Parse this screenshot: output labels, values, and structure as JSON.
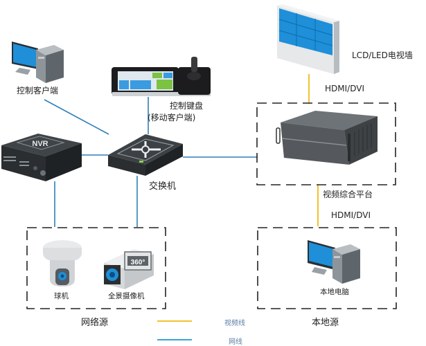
{
  "colors": {
    "network_line": "#2f7fb8",
    "video_line": "#f2c12e",
    "legend_video": "#f2c12e",
    "legend_network": "#3aa3dc",
    "dash_border": "#222222",
    "screen_blue": "#1e8fd8"
  },
  "nodes": {
    "control_client": {
      "label": "控制客户端",
      "icon": "desktop-computer-icon"
    },
    "control_keyboard": {
      "label_line1": "控制键盘",
      "label_line2": "(移动客户端)",
      "icon": "control-keyboard-joystick-icon"
    },
    "nvr": {
      "label": "NVR",
      "icon": "nvr-recorder-icon"
    },
    "switch": {
      "label": "交换机",
      "icon": "network-switch-icon"
    },
    "video_wall": {
      "label": "LCD/LED电视墙",
      "icon": "video-wall-icon"
    },
    "platform": {
      "label": "视频综合平台",
      "icon": "video-platform-chassis-icon"
    },
    "dome_camera": {
      "label": "球机",
      "icon": "dome-camera-icon"
    },
    "panoramic_camera": {
      "label": "全景摄像机",
      "badge": "360°",
      "icon": "panoramic-camera-icon"
    },
    "local_pc": {
      "label": "本地电脑",
      "icon": "desktop-computer-icon"
    }
  },
  "connections": {
    "wall_to_platform": "HDMI/DVI",
    "platform_to_local": "HDMI/DVI"
  },
  "groups": {
    "network_source": "网络源",
    "local_source": "本地源"
  },
  "legend": [
    {
      "label": "视频线",
      "type": "video"
    },
    {
      "label": "网线",
      "type": "network"
    }
  ]
}
